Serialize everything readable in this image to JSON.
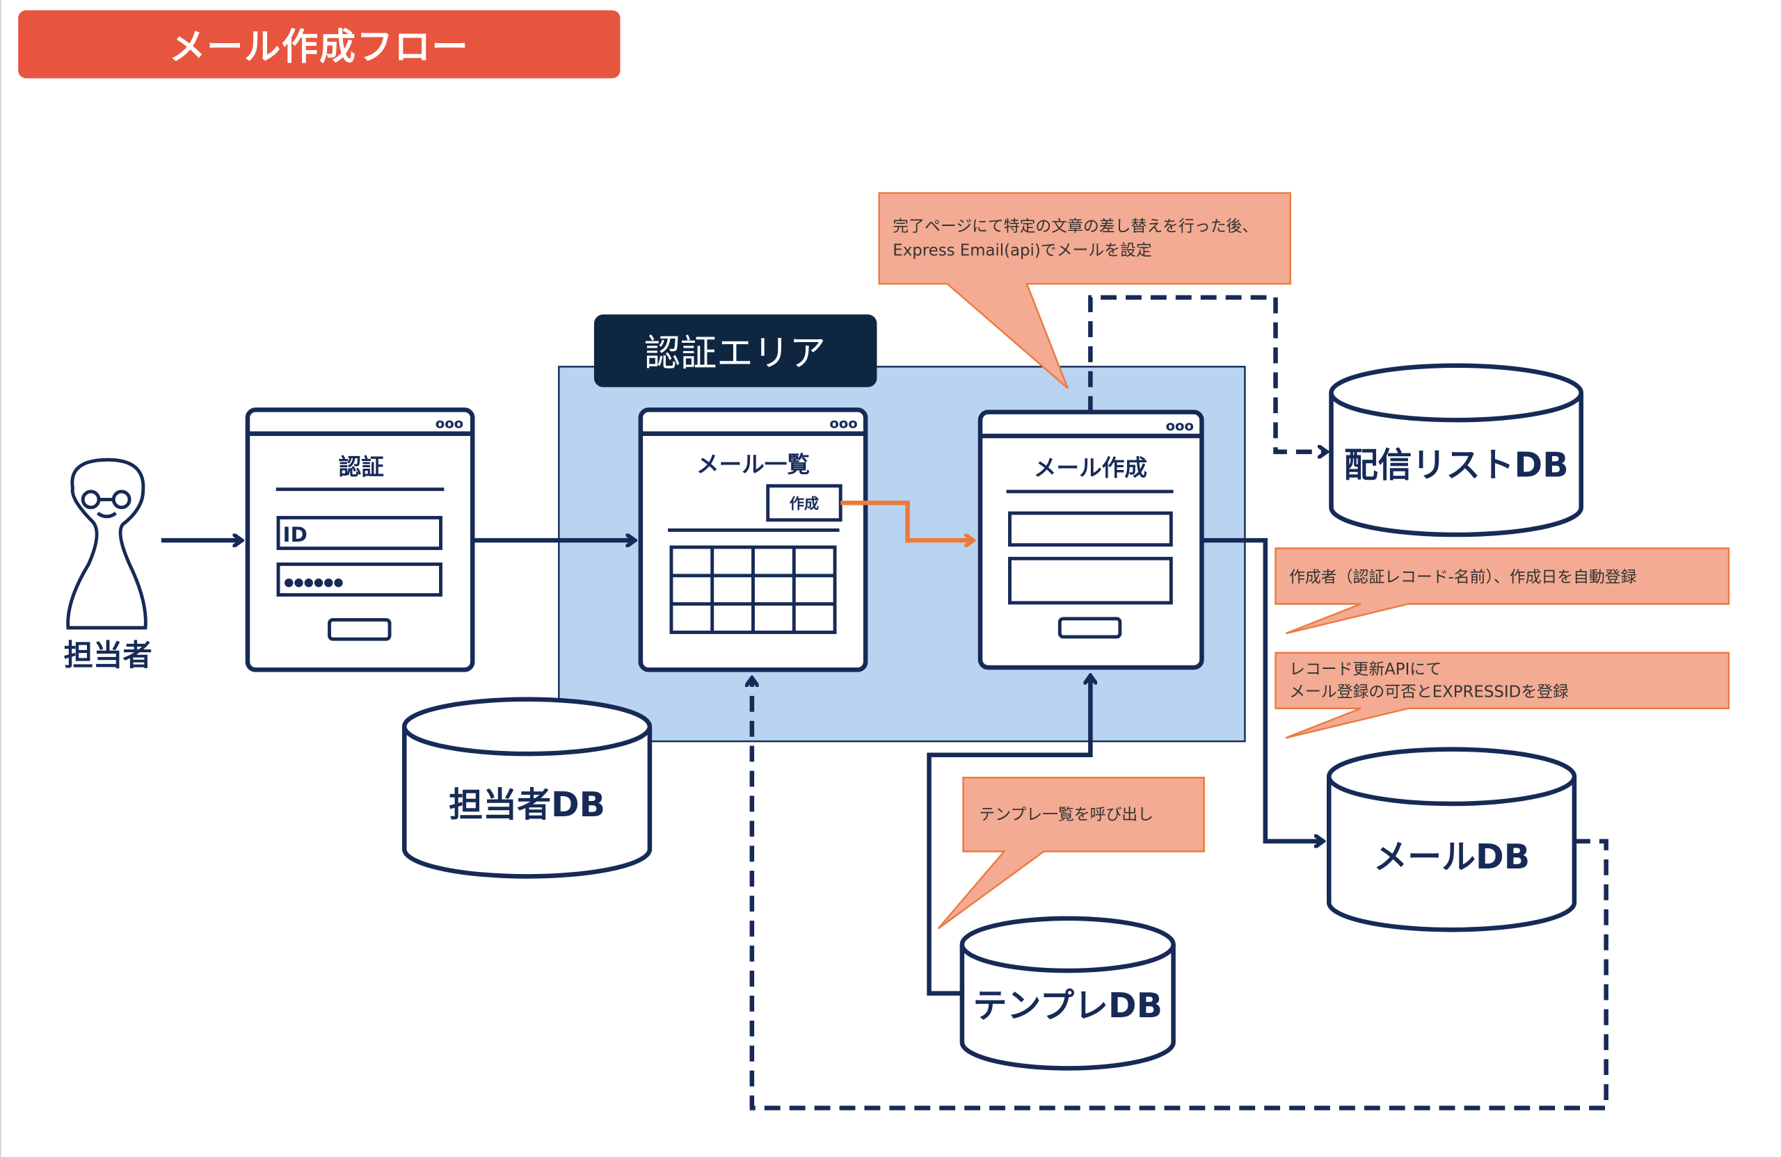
{
  "title": "メール作成フロー",
  "colors": {
    "navy": "#172a57",
    "title_bg": "#e8553f",
    "auth_area_bg": "#b9d4f0",
    "auth_area_label_bg": "#0f2641",
    "callout_fill": "#f3ab93",
    "callout_border": "#ec7a3e",
    "orange_arrow": "#ec7a3e"
  },
  "actor": {
    "label": "担当者",
    "icon": "person-with-glasses-icon"
  },
  "auth_area": {
    "label": "認証エリア"
  },
  "windows": {
    "login": {
      "title": "認証",
      "id_field": "ID",
      "password_field": "●●●●●●"
    },
    "mail_list": {
      "title": "メール一覧",
      "create_button": "作成"
    },
    "mail_create": {
      "title": "メール作成"
    }
  },
  "databases": {
    "staff_db": "担当者DB",
    "delivery_list_db": "配信リストDB",
    "mail_db": "メールDB",
    "template_db": "テンプレDB"
  },
  "callouts": {
    "express": [
      "完了ページにて特定の文章の差し替えを行った後、",
      "Express Email(api)でメールを設定"
    ],
    "auto_register": [
      "作成者（認証レコード-名前）、作成日を自動登録"
    ],
    "record_update": [
      "レコード更新APIにて",
      "メール登録の可否とEXPRESSIDを登録"
    ],
    "template_call": [
      "テンプレ一覧を呼び出し"
    ]
  }
}
